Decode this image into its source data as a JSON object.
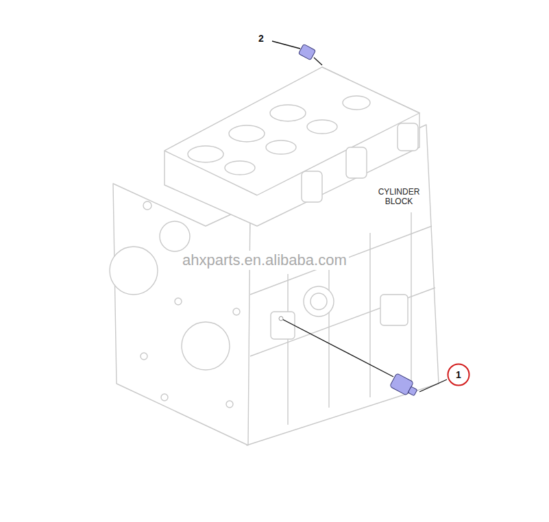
{
  "diagram": {
    "nodes": [
      {
        "text": [
          "1"
        ]
      }
    ],
    "labels": [
      "2",
      "CYLINDER BLOCK",
      "ahxparts.en.alibaba.com"
    ]
  }
}
